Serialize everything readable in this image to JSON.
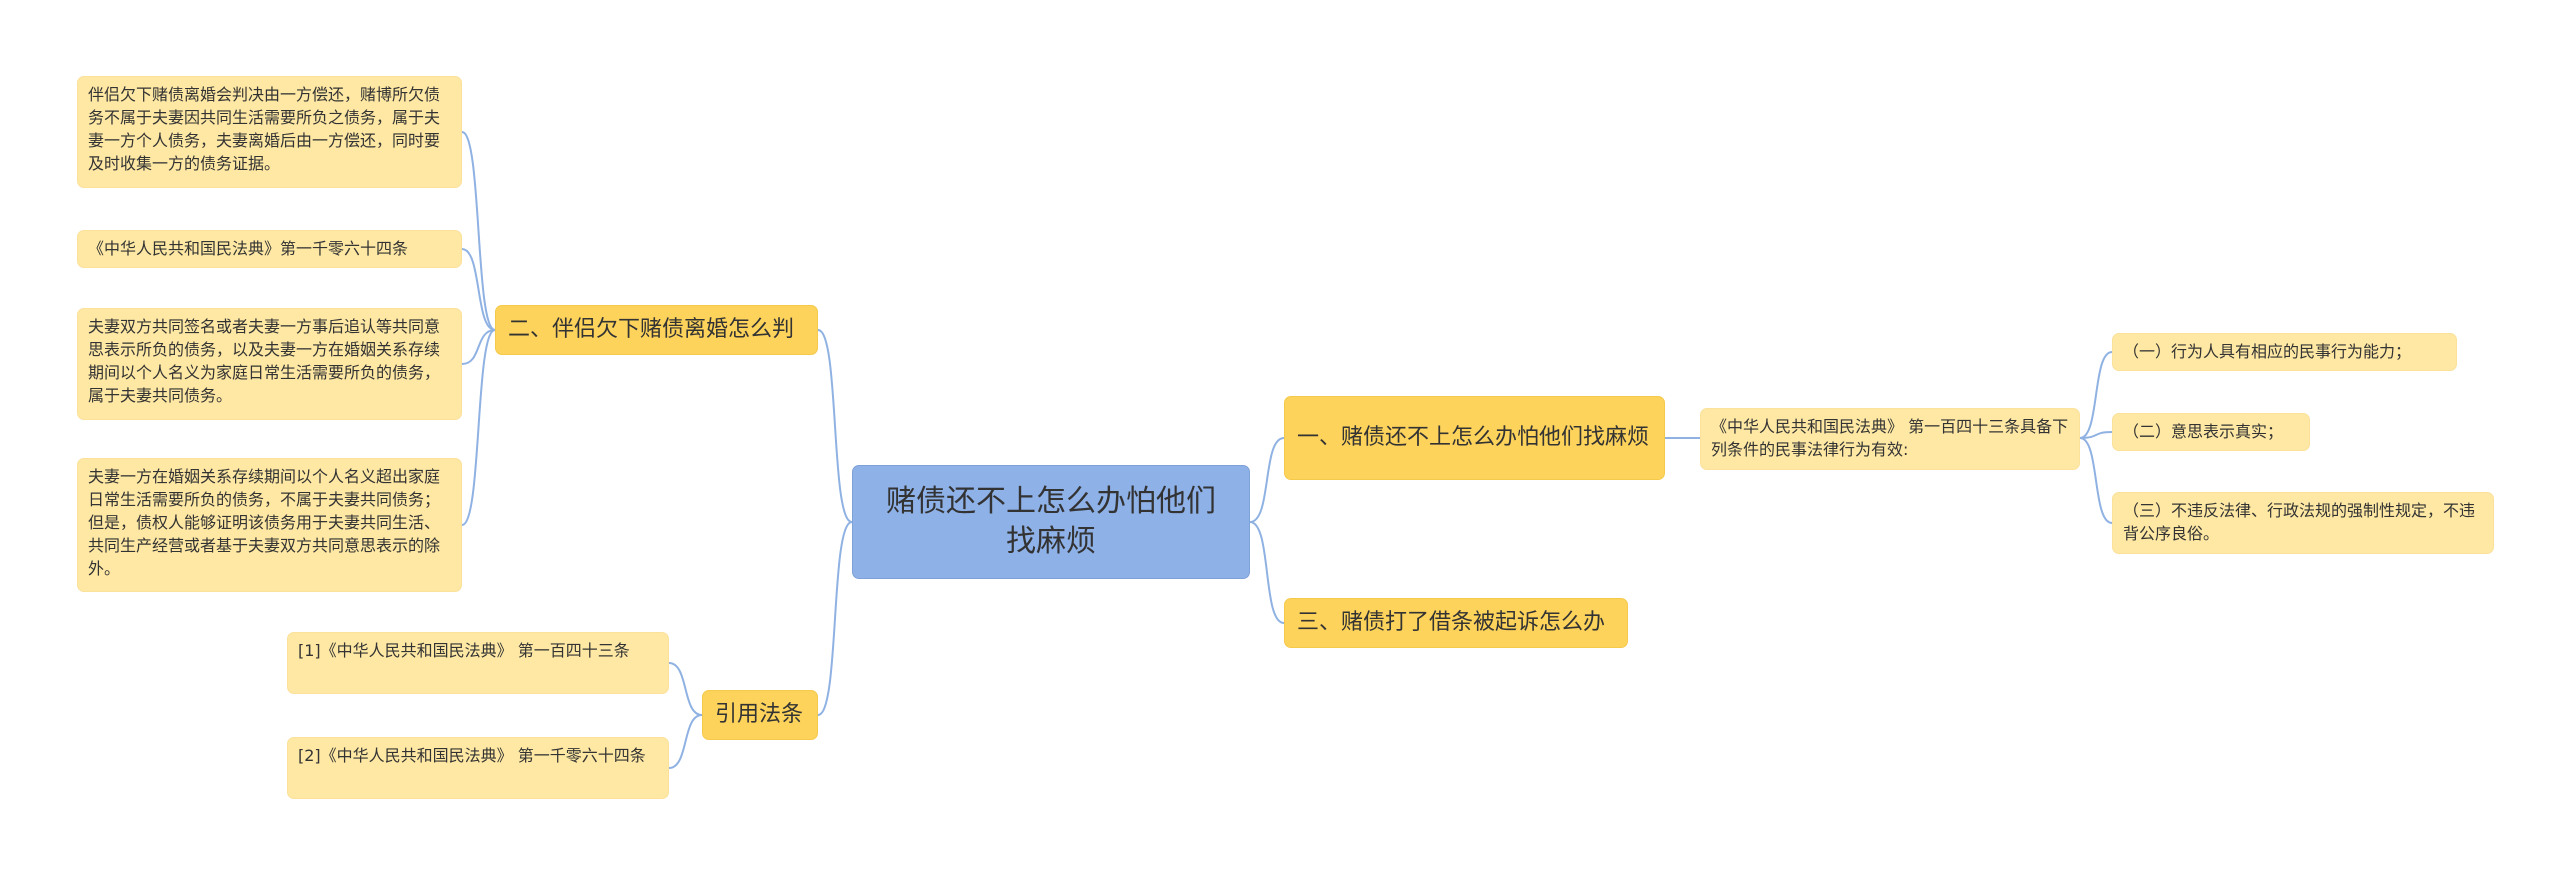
{
  "mindmap": {
    "root": "赌债还不上怎么办怕他们找麻烦",
    "branches": {
      "b1": {
        "label": "一、赌债还不上怎么办怕他们找麻烦",
        "law": "《中华人民共和国民法典》 第一百四十三条具备下列条件的民事法律行为有效:",
        "conditions": [
          "（一）行为人具有相应的民事行为能力；",
          "（二）意思表示真实；",
          "（三）不违反法律、行政法规的强制性规定，不违背公序良俗。"
        ]
      },
      "b2": {
        "label": "三、赌债打了借条被起诉怎么办"
      },
      "b3": {
        "label": "二、伴侣欠下赌债离婚怎么判",
        "leaves": [
          "伴侣欠下赌债离婚会判决由一方偿还，赌博所欠债务不属于夫妻因共同生活需要所负之债务，属于夫妻一方个人债务，夫妻离婚后由一方偿还，同时要及时收集一方的债务证据。",
          "《中华人民共和国民法典》第一千零六十四条",
          "夫妻双方共同签名或者夫妻一方事后追认等共同意思表示所负的债务，以及夫妻一方在婚姻关系存续期间以个人名义为家庭日常生活需要所负的债务，属于夫妻共同债务。",
          "夫妻一方在婚姻关系存续期间以个人名义超出家庭日常生活需要所负的债务，不属于夫妻共同债务；但是，债权人能够证明该债务用于夫妻共同生活、共同生产经营或者基于夫妻双方共同意思表示的除外。"
        ]
      },
      "b4": {
        "label": "引用法条",
        "leaves": [
          "[1]《中华人民共和国民法典》 第一百四十三条",
          "[2]《中华人民共和国民法典》 第一千零六十四条"
        ]
      }
    },
    "colors": {
      "root_fill": "#8eb1e8",
      "branch_fill": "#fdd35b",
      "leaf_fill": "#fee8a4",
      "connector": "#8fb2e3"
    }
  }
}
